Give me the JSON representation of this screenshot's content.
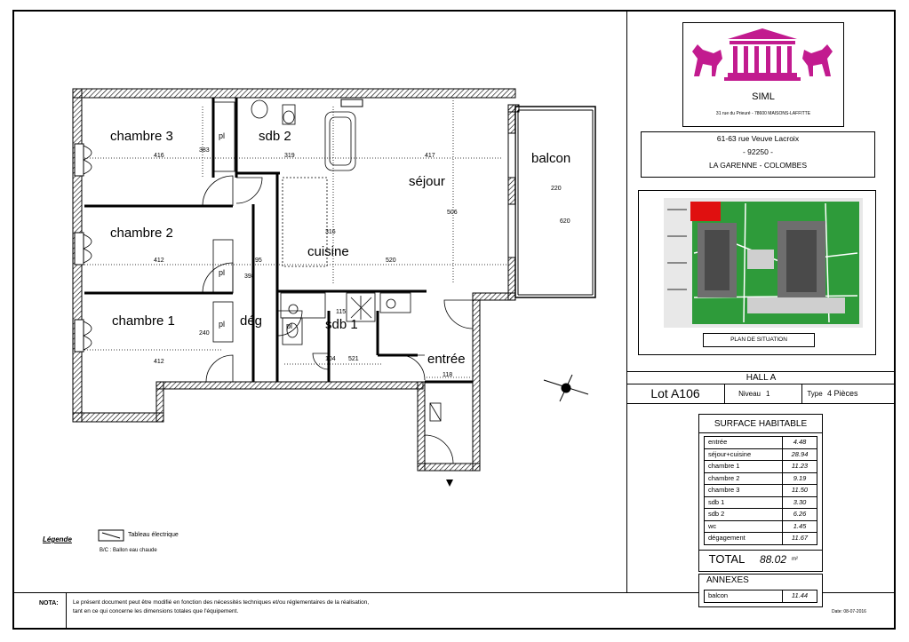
{
  "agency": {
    "name": "SIML",
    "address": "31 rue du Prieuré - 78600 MAISONS-LAFFITTE"
  },
  "address_block": {
    "line1": "61-63  rue Veuve Lacroix",
    "line2": "- 92250 -",
    "line3": "LA GARENNE - COLOMBES"
  },
  "site_plan": {
    "label": "PLAN DE SITUATION"
  },
  "hall": "HALL A",
  "lot": {
    "label": "Lot  A106",
    "niveau_label": "Niveau",
    "niveau_value": "1",
    "type_label": "Type",
    "type_value": "4 Pièces"
  },
  "surface": {
    "title": "SURFACE  HABITABLE",
    "rows": [
      {
        "name": "entrée",
        "value": "4.48"
      },
      {
        "name": "séjour+cuisine",
        "value": "28.94"
      },
      {
        "name": "chambre 1",
        "value": "11.23"
      },
      {
        "name": "chambre 2",
        "value": "9.19"
      },
      {
        "name": "chambre 3",
        "value": "11.50"
      },
      {
        "name": "sdb 1",
        "value": "3.30"
      },
      {
        "name": "sdb 2",
        "value": "6.26"
      },
      {
        "name": "wc",
        "value": "1.45"
      },
      {
        "name": "dégagement",
        "value": "11.67"
      }
    ],
    "total_label": "TOTAL",
    "total_value": "88.02",
    "total_unit": "m²"
  },
  "annexes": {
    "title": "ANNEXES",
    "rows": [
      {
        "name": "balcon",
        "value": "11.44"
      }
    ]
  },
  "date": "Date: 08-07-2016",
  "plan": {
    "rooms": {
      "chambre3": "chambre 3",
      "chambre2": "chambre 2",
      "chambre1": "chambre 1",
      "sdb2": "sdb 2",
      "sdb1": "sdb 1",
      "sejour": "séjour",
      "cuisine": "cuisine",
      "balcon": "balcon",
      "deg": "dég",
      "entree": "entrée",
      "pl1": "pl",
      "pl2": "pl",
      "pl3": "pl",
      "pl4": "pl"
    },
    "dims": {
      "d416": "416",
      "d319": "319",
      "d417": "417",
      "d220": "220",
      "d412a": "412",
      "d412b": "412",
      "d620": "620",
      "d521": "521",
      "d118": "118",
      "d95": "95",
      "d316": "316",
      "d506": "506",
      "d520": "520",
      "d383": "383",
      "d240": "240",
      "d398": "398",
      "d115": "115",
      "d104": "104"
    }
  },
  "legend": {
    "title": "Légende",
    "item1": "Tableau électrique",
    "item2": "B/C : Ballon eau chaude"
  },
  "note": {
    "label": "NOTA:",
    "line1": "Le présent document peut être modifié en fonction des nécessités techniques et/ou réglementaires de la réalisation,",
    "line2": "tant en ce qui concerne les dimensions totales que l'équipement."
  },
  "colors": {
    "logo": "#c21b8f",
    "site_highlight": "#e01010",
    "site_green": "#2e9b3a",
    "building": "#6e6e6e"
  }
}
